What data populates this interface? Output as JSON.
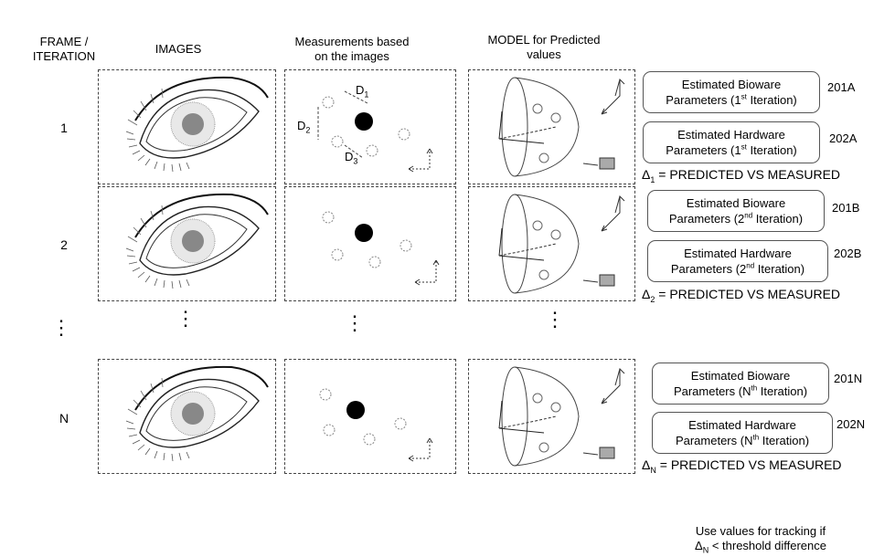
{
  "headers": {
    "frame_line1": "FRAME /",
    "frame_line2": "ITERATION",
    "images": "IMAGES",
    "measurements_line1": "Measurements based",
    "measurements_line2": "on the images",
    "model_line1": "MODEL for Predicted",
    "model_line2": "values"
  },
  "rows": [
    {
      "frame": "1",
      "bioware": {
        "line1": "Estimated Bioware",
        "line2_pre": "Parameters (1",
        "sup": "st",
        "line2_post": " Iteration)",
        "ref": "201A"
      },
      "hardware": {
        "line1": "Estimated Hardware",
        "line2_pre": "Parameters (1",
        "sup": "st",
        "line2_post": " Iteration)",
        "ref": "202A"
      },
      "delta": {
        "symbol": "Δ",
        "sub": "1",
        "text": " = PREDICTED  VS MEASURED"
      }
    },
    {
      "frame": "2",
      "bioware": {
        "line1": "Estimated Bioware",
        "line2_pre": "Parameters (2",
        "sup": "nd",
        "line2_post": " Iteration)",
        "ref": "201B"
      },
      "hardware": {
        "line1": "Estimated Hardware",
        "line2_pre": "Parameters (2",
        "sup": "nd",
        "line2_post": " Iteration)",
        "ref": "202B"
      },
      "delta": {
        "symbol": "Δ",
        "sub": "2",
        "text": " = PREDICTED  VS MEASURED"
      }
    },
    {
      "frame": "N",
      "bioware": {
        "line1": "Estimated Bioware",
        "line2_pre": "Parameters (N",
        "sup": "th",
        "line2_post": " Iteration)",
        "ref": "201N"
      },
      "hardware": {
        "line1": "Estimated Hardware",
        "line2_pre": "Parameters (N",
        "sup": "th",
        "line2_post": " Iteration)",
        "ref": "202N"
      },
      "delta": {
        "symbol": "Δ",
        "sub": "N",
        "text": " = PREDICTED  VS MEASURED"
      }
    }
  ],
  "distance_labels": {
    "d1": "D",
    "d1_sub": "1",
    "d2": "D",
    "d2_sub": "2",
    "d3": "D",
    "d3_sub": "3"
  },
  "footer": {
    "line1": "Use values for tracking if",
    "symbol": "Δ",
    "sub": "N",
    "line2_post": " < threshold difference"
  },
  "ellipsis": "⋮"
}
